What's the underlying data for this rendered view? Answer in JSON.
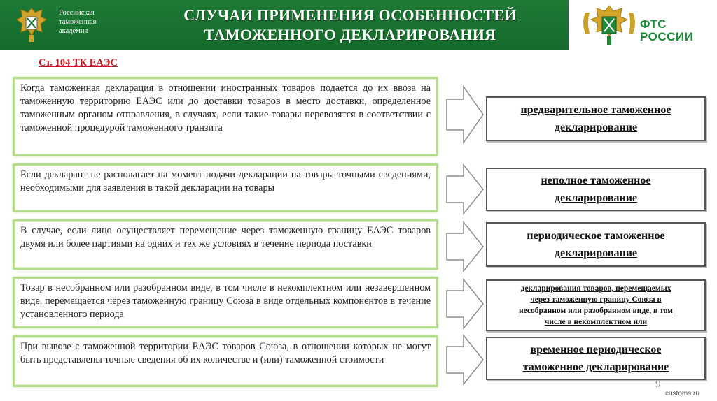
{
  "header": {
    "academy_line1": "Российская",
    "academy_line2": "таможенная",
    "academy_line3": "академия",
    "title_line1": "СЛУЧАИ ПРИМЕНЕНИЯ ОСОБЕННОСТЕЙ",
    "title_line2": "ТАМОЖЕННОГО ДЕКЛАРИРОВАНИЯ",
    "logo_line1": "ФТС",
    "logo_line2": "РОССИИ"
  },
  "article_ref": "Ст. 104 ТК ЕАЭС",
  "rows": [
    {
      "case": "Когда таможенная декларация в отношении иностранных товаров подается до их ввоза на таможенную территорию ЕАЭС или до доставки товаров в место доставки, определенное таможенным органом отправления, в случаях, если такие товары перевозятся в соответствии с таможенной процедурой таможенного транзита",
      "result_line1": "предварительное таможенное",
      "result_line2": "декларирование"
    },
    {
      "case": "Если декларант не располагает на момент подачи декларации на товары точными сведениями, необходимыми для заявления в такой декларации на товары",
      "result_line1": "неполное таможенное",
      "result_line2": "декларирование"
    },
    {
      "case": "В случае, если лицо осуществляет перемещение через таможенную границу ЕАЭС товаров двумя или более партиями на одних и тех же условиях в течение периода поставки",
      "result_line1": "периодическое таможенное",
      "result_line2": "декларирование"
    },
    {
      "case": "Товар в несобранном или разобранном виде, в том числе в некомплектном или незавершенном виде, перемещается через таможенную границу Союза в виде отдельных компонентов в течение установленного периода",
      "result_line1": "декларирования товаров, перемещаемых",
      "result_line2": "через таможенную границу Союза в",
      "result_line3": "несобранном или разобранном виде, в том",
      "result_line4": "числе в некомплектном или"
    },
    {
      "case": "При вывозе с таможенной территории ЕАЭС товаров Союза, в отношении которых не могут быть представлены точные сведения об их количестве и (или) таможенной стоимости",
      "result_line1": "временное периодическое",
      "result_line2": "таможенное декларирование"
    }
  ],
  "page_number": "9",
  "footer_site": "customs.ru",
  "colors": {
    "header_green": "#1a7230",
    "box_border_green": "#b3dc8c",
    "article_red": "#c4161c",
    "logo_green": "#1f8a3a"
  }
}
